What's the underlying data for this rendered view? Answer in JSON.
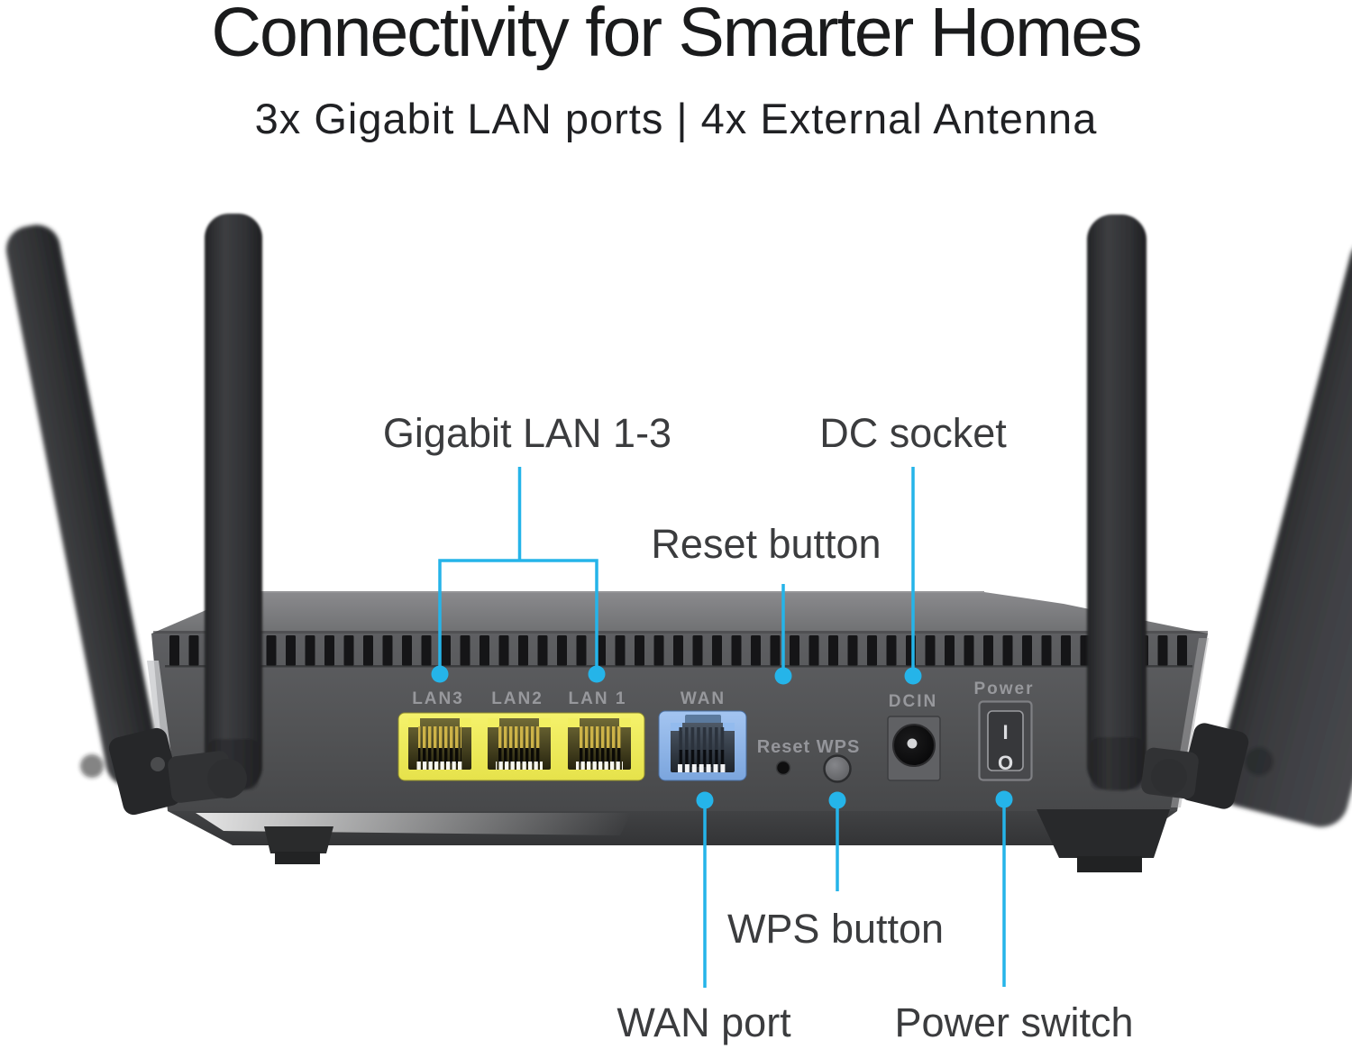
{
  "header": {
    "title": "Connectivity for Smarter Homes",
    "subtitle": "3x Gigabit LAN ports | 4x External Antenna"
  },
  "callouts": {
    "gigabit_lan": "Gigabit LAN 1-3",
    "dc_socket": "DC socket",
    "reset_button": "Reset button",
    "wps_button": "WPS button",
    "wan_port": "WAN port",
    "power_switch": "Power switch"
  },
  "router": {
    "port_labels": {
      "lan3": "LAN3",
      "lan2": "LAN2",
      "lan1": "LAN 1",
      "wan": "WAN",
      "reset_wps": "Reset WPS",
      "dcin": "DCIN",
      "power": "Power"
    },
    "power_switch": {
      "on_mark": "I",
      "off_mark": "O"
    }
  },
  "colors": {
    "accent_cyan": "#25b4e9",
    "callout_text": "#3b3c3e",
    "title_text": "#1a1b1c",
    "lan_port_yellow": "#f0ed5e",
    "wan_port_blue": "#8cb6ea",
    "body_face_gray": "#545557",
    "top_face_gray": "#7b7b7e"
  }
}
